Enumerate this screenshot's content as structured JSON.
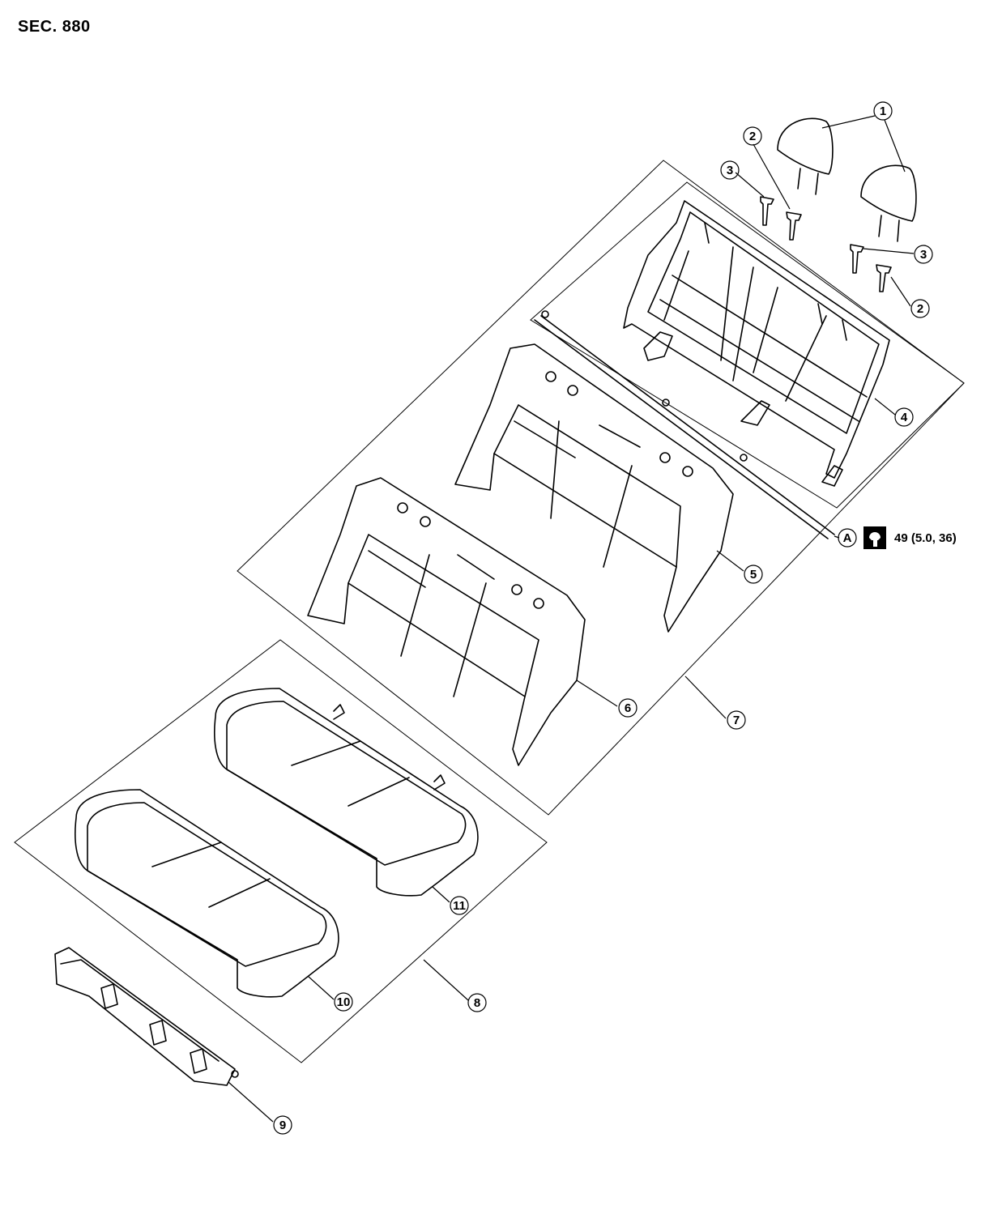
{
  "section_label": "SEC. 880",
  "callouts": [
    "1",
    "2",
    "3",
    "3",
    "2",
    "4",
    "5",
    "6",
    "7",
    "8",
    "9",
    "10",
    "11"
  ],
  "torque": {
    "ref": "A",
    "value": "49 (5.0, 36)",
    "icon": "torque-wrench-icon"
  }
}
